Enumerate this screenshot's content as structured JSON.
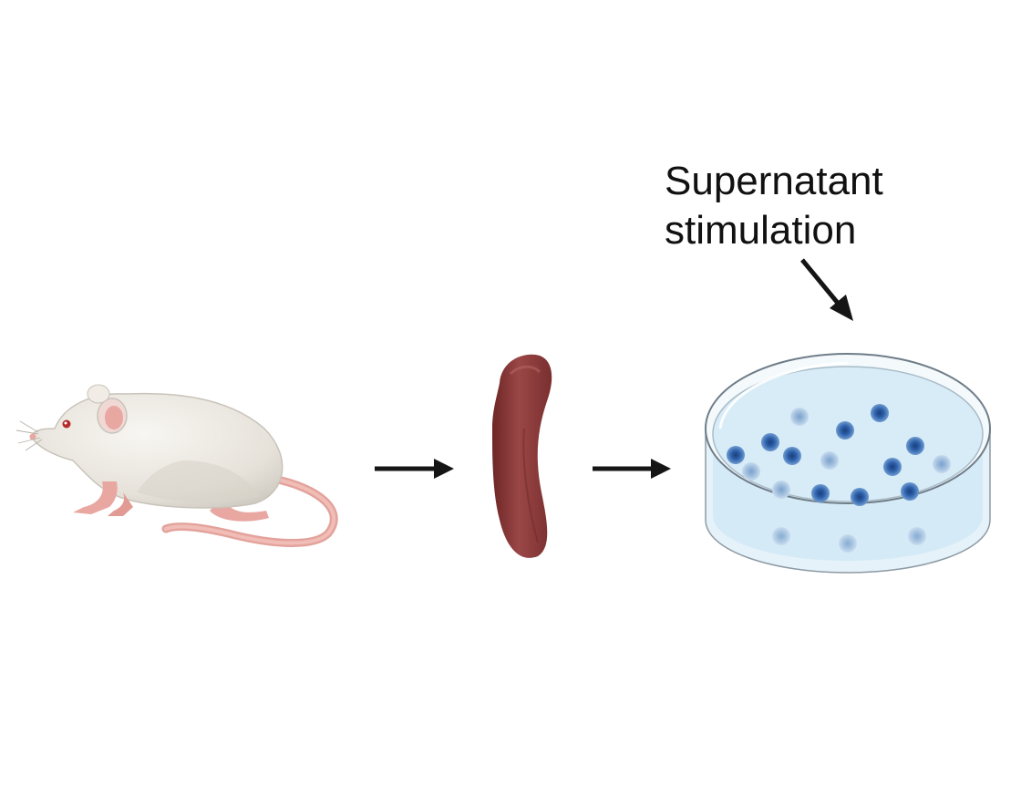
{
  "annotation": {
    "line1": "Supernatant",
    "line2": "stimulation"
  },
  "flow": [
    "mouse",
    "spleen",
    "petri-dish"
  ],
  "colors": {
    "mouse_fur": "#eae6df",
    "mouse_skin": "#e8a7a1",
    "spleen": "#8c3b3b",
    "dish_medium": "#d7ecf7",
    "cell_dark": "#2b5ea8",
    "cell_light": "#94b6d8",
    "arrow": "#151515"
  },
  "icons": [
    "mouse-icon",
    "spleen-icon",
    "petri-dish-icon",
    "arrow-icon"
  ]
}
